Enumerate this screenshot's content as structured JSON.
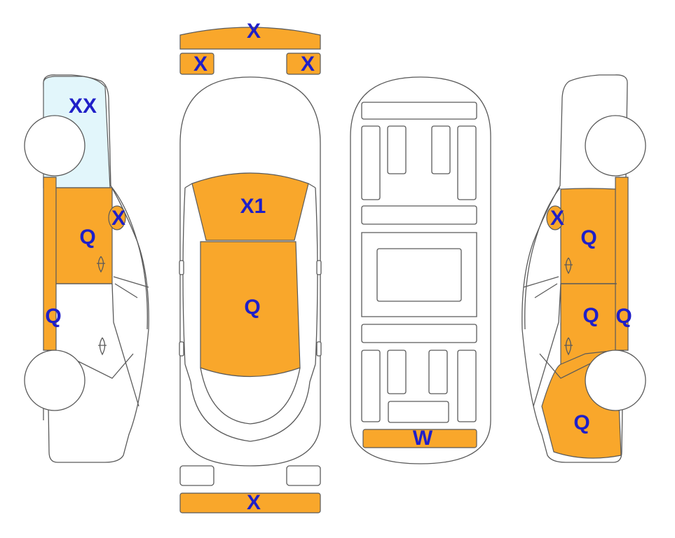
{
  "colors": {
    "damage": "#f9a72b",
    "glass": "#e2f6fb",
    "code_text": "#1f1fc8",
    "outline": "#5a5a5a"
  },
  "parts": {
    "front_bumper": "X",
    "front_left_light": "X",
    "front_right_light": "X",
    "windshield": "XX",
    "left_mirror": "X",
    "left_front_door": "Q",
    "left_rocker": "Q",
    "hood": "X1",
    "roof": "Q",
    "rear_bumper": "X",
    "underbody_rear": "W",
    "right_mirror": "X",
    "right_front_door": "Q",
    "right_rear_door": "Q",
    "right_rocker": "Q",
    "right_rear_quarter": "Q"
  }
}
